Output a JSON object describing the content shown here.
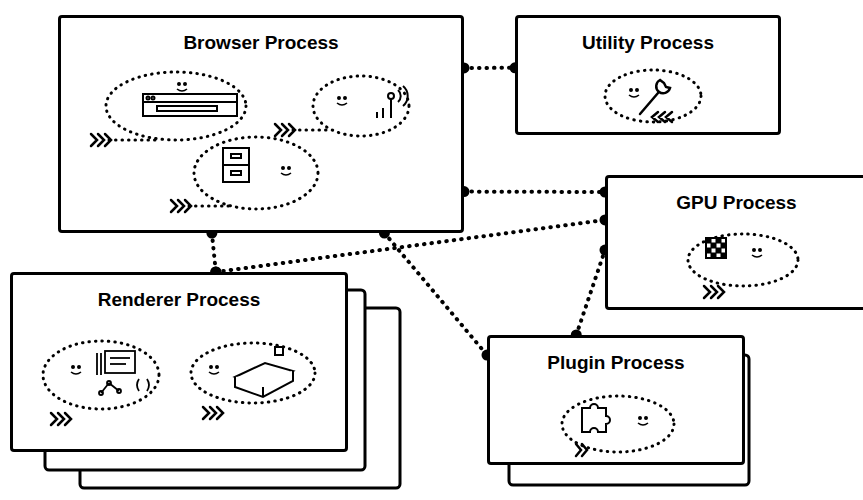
{
  "diagram": {
    "nodes": [
      {
        "text": [
          "Browser Process"
        ]
      },
      {
        "text": [
          "Utility Process"
        ]
      },
      {
        "text": [
          "GPU Process"
        ]
      },
      {
        "text": [
          "Renderer Process"
        ]
      },
      {
        "text": [
          "Plugin Process"
        ]
      }
    ],
    "edges": [
      {
        "from": 0,
        "to": 1,
        "arrow": "none"
      },
      {
        "from": 0,
        "to": 2,
        "arrow": "none"
      },
      {
        "from": 0,
        "to": 3,
        "arrow": "none"
      },
      {
        "from": 0,
        "to": 4,
        "arrow": "none"
      },
      {
        "from": 3,
        "to": 2,
        "arrow": "none"
      },
      {
        "from": 4,
        "to": 2,
        "arrow": "none"
      }
    ]
  }
}
